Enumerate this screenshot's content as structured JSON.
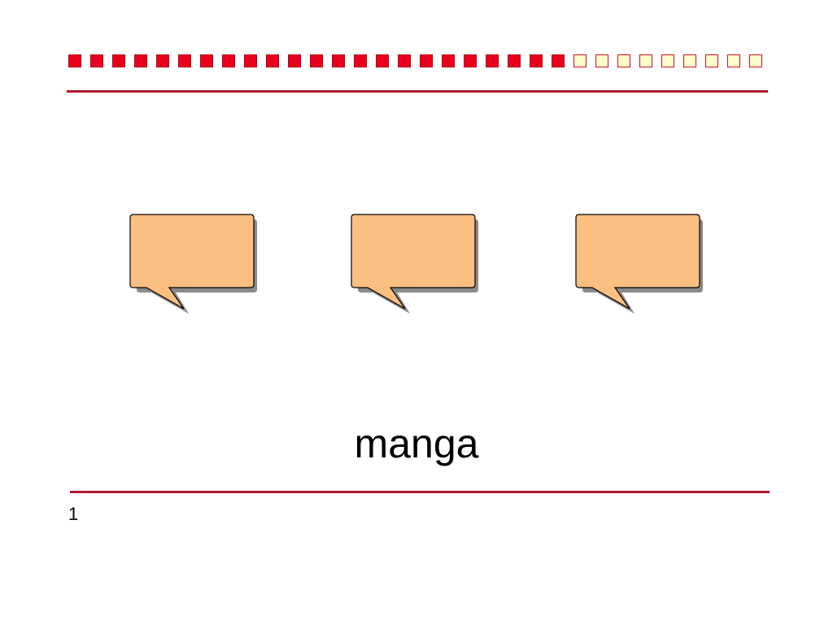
{
  "slide": {
    "word": "manga",
    "number": "1"
  },
  "progress": {
    "filled": 23,
    "empty": 9,
    "filled_color": "#e8001c",
    "empty_color": "#ffffcc"
  },
  "bubbles": {
    "count": 3,
    "fill_color": "#fcbf82",
    "shadow_color": "#8a8a8a",
    "shape": "speech-bubble"
  },
  "rule_color": "#b0182d"
}
